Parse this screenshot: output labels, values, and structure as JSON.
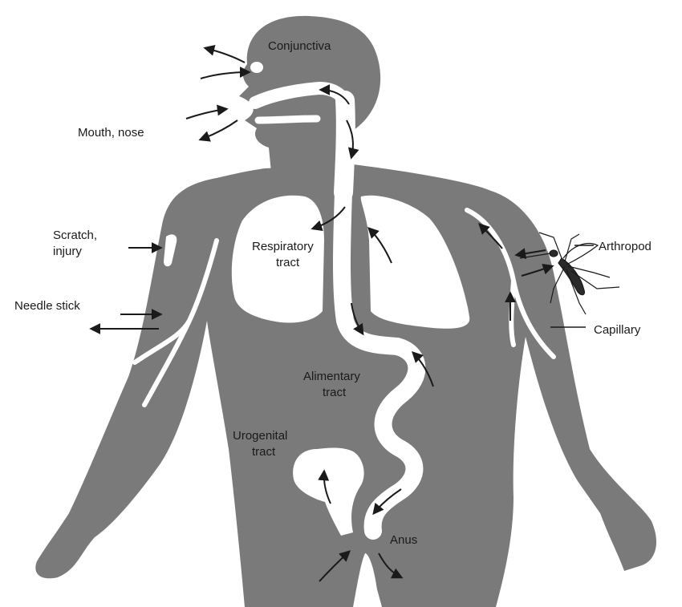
{
  "labels": {
    "conjunctiva": "Conjunctiva",
    "mouth_nose": "Mouth, nose",
    "scratch_line1": "Scratch,",
    "scratch_line2": "injury",
    "needle_stick": "Needle stick",
    "respiratory_line1": "Respiratory",
    "respiratory_line2": "tract",
    "arthropod": "Arthropod",
    "capillary": "Capillary",
    "alimentary_line1": "Alimentary",
    "alimentary_line2": "tract",
    "urogenital_line1": "Urogenital",
    "urogenital_line2": "tract",
    "anus": "Anus"
  },
  "colors": {
    "body": "#7a7a7a",
    "passages": "#ffffff",
    "ink": "#1a1a1a"
  }
}
